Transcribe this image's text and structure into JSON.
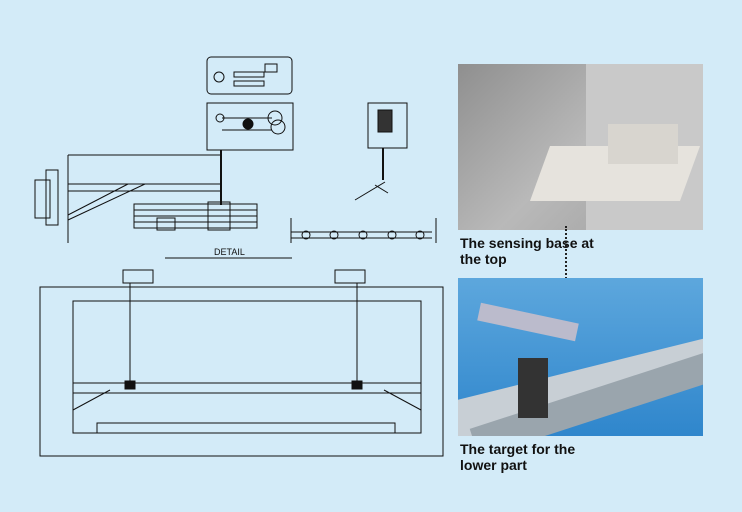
{
  "labels": {
    "detail": "DETAIL",
    "caption_top": "The sensing base at the top",
    "caption_bottom": "The target for the lower part"
  },
  "colors": {
    "background": "#d3ebf8",
    "line": "#111111"
  }
}
